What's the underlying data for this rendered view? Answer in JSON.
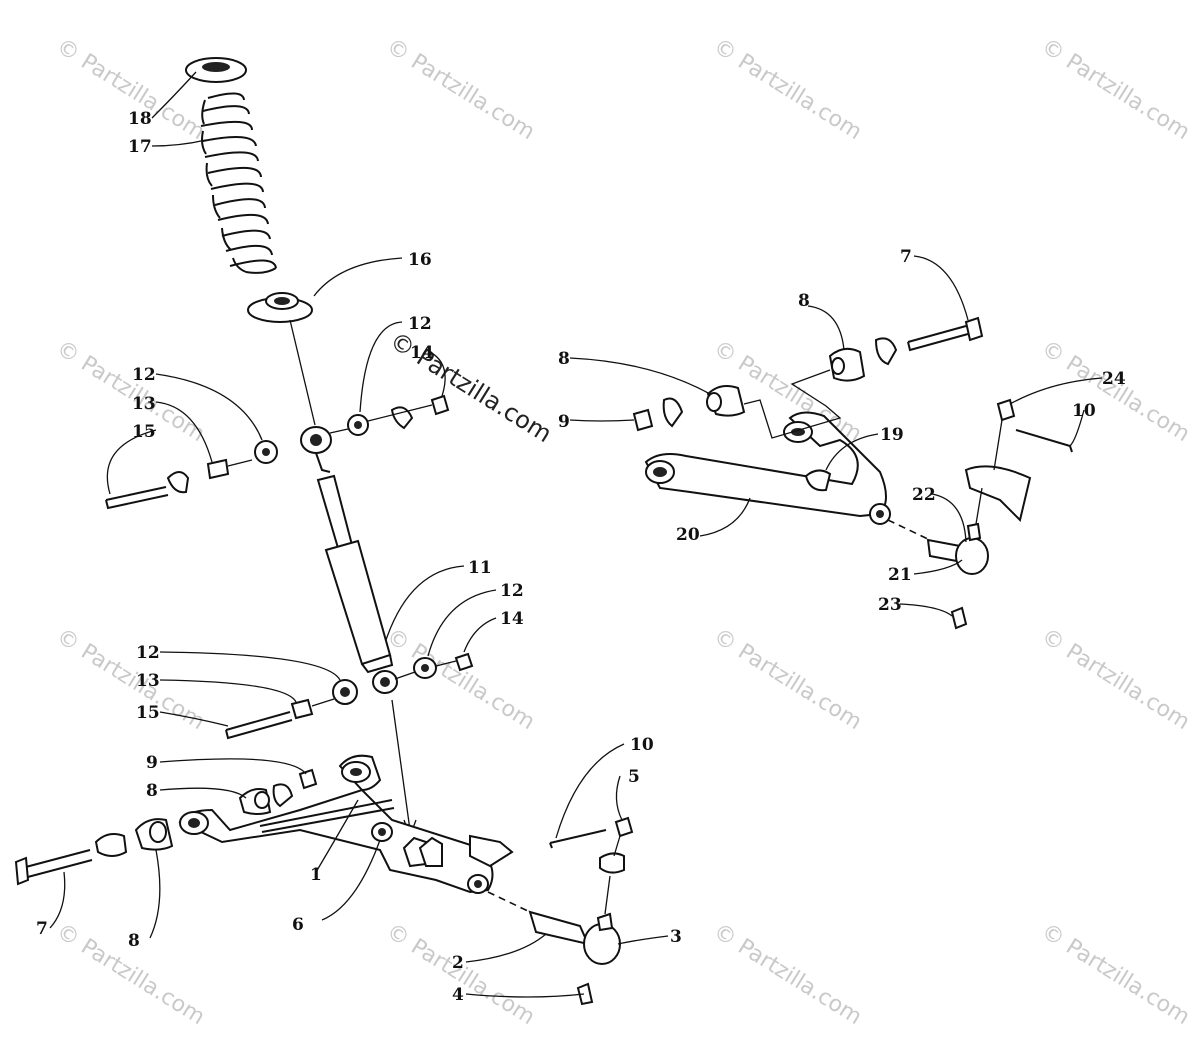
{
  "watermarks": {
    "site": "© Partzilla.com",
    "center": "© Partzilla.com"
  },
  "callouts": {
    "c1": "1",
    "c2": "2",
    "c3": "3",
    "c4": "4",
    "c5": "5",
    "c6": "6",
    "c7a": "7",
    "c7b": "7",
    "c8a": "8",
    "c8b": "8",
    "c8c": "8",
    "c8d": "8",
    "c9a": "9",
    "c9b": "9",
    "c10a": "10",
    "c10b": "10",
    "c11": "11",
    "c12a": "12",
    "c12b": "12",
    "c12c": "12",
    "c12d": "12",
    "c13a": "13",
    "c13b": "13",
    "c14a": "14",
    "c14b": "14",
    "c15a": "15",
    "c15b": "15",
    "c16": "16",
    "c17": "17",
    "c18": "18",
    "c19": "19",
    "c20": "20",
    "c21": "21",
    "c22": "22",
    "c23": "23",
    "c24": "24"
  }
}
